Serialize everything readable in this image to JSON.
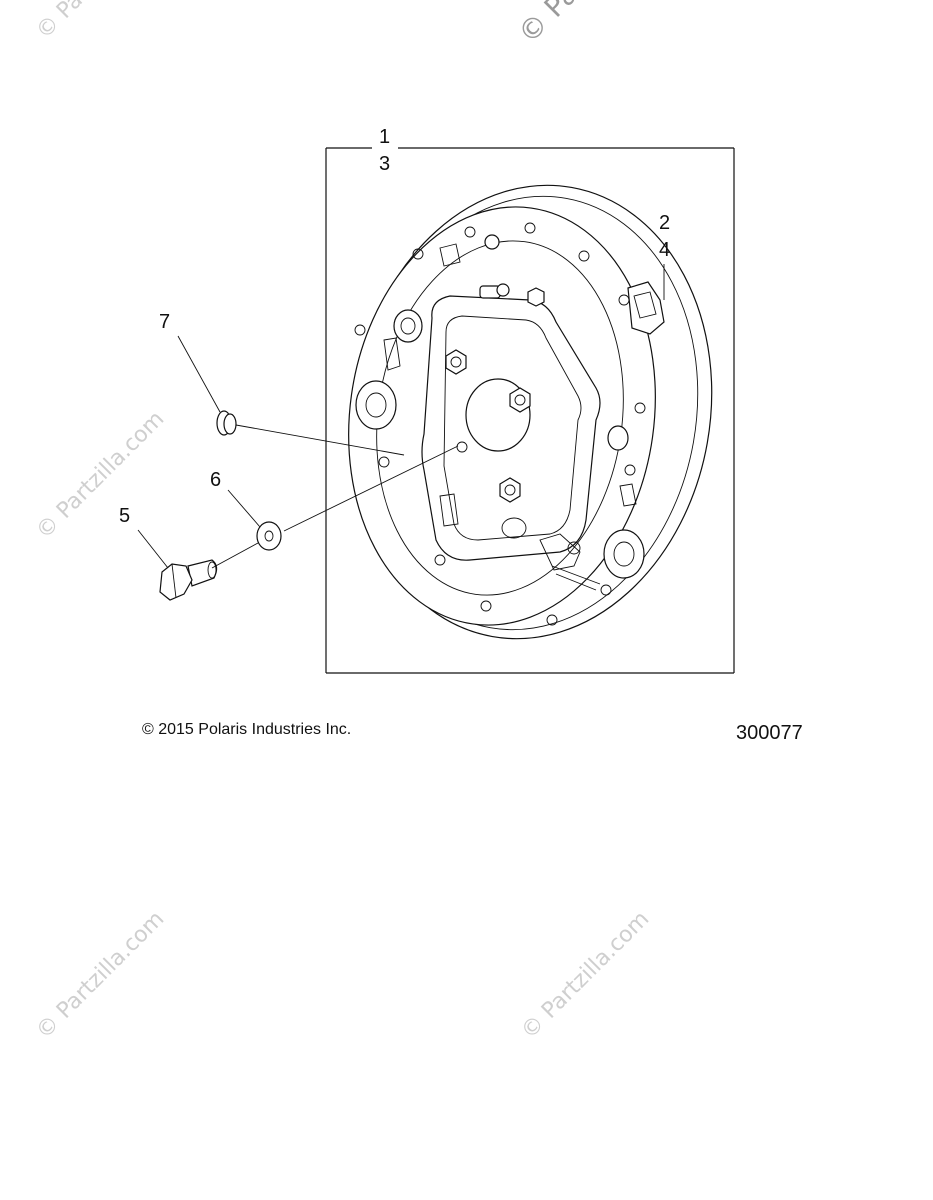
{
  "callouts": {
    "c1": "1",
    "c3": "3",
    "c2": "2",
    "c4": "4",
    "c7": "7",
    "c6": "6",
    "c5": "5"
  },
  "footer": {
    "copyright": "© 2015 Polaris Industries Inc.",
    "figure_number": "300077"
  },
  "watermarks": {
    "brand": "© Partzilla.com",
    "top_fragment": "© Par"
  }
}
